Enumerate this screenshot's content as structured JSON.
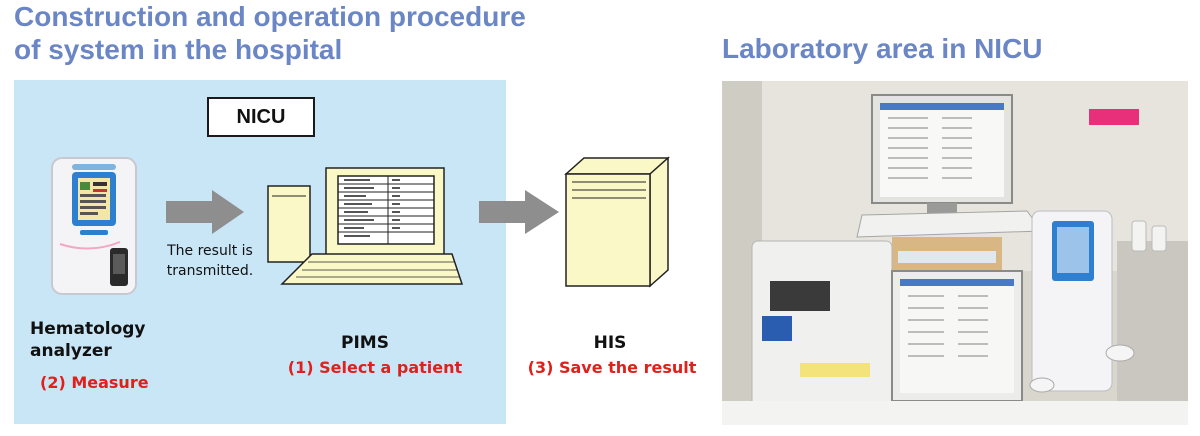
{
  "left_title": [
    "Construction and operation procedure",
    "of system in the hospital"
  ],
  "right_title": "Laboratory area in NICU",
  "diagram": {
    "location_label": "NICU",
    "arrow_note": [
      "The result is",
      "transmitted."
    ],
    "nodes": [
      {
        "name": "Hematology",
        "name2": "analyzer",
        "step": "(2) Measure"
      },
      {
        "name": "PIMS",
        "step": "(1) Select a patient"
      },
      {
        "name": "HIS",
        "step": "(3) Save the result"
      }
    ]
  },
  "colors": {
    "title": "#6b86c4",
    "panel": "#c9e6f7",
    "step_text": "#e0201b",
    "device_fill": "#fbf8c8"
  }
}
